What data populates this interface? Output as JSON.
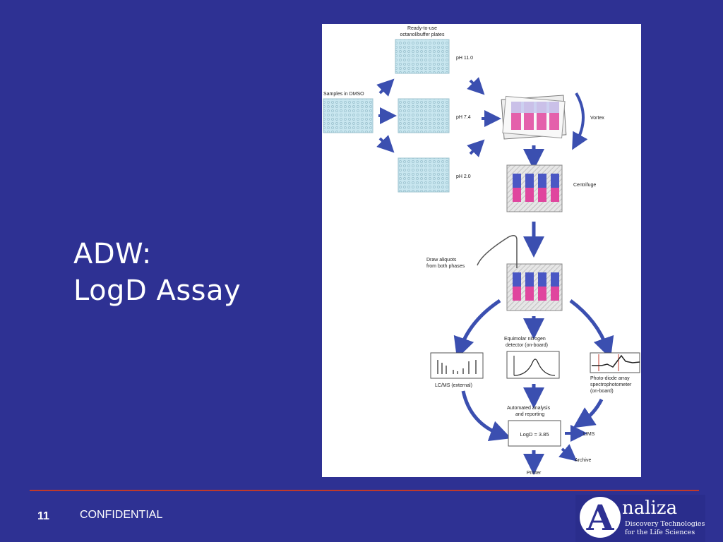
{
  "slide": {
    "title_line1": "ADW:",
    "title_line2": "LogD Assay",
    "page_number": "11",
    "footer_label": "CONFIDENTIAL"
  },
  "logo": {
    "letter": "A",
    "name": "naliza",
    "tagline_line1": "Discovery Technologies",
    "tagline_line2": "for the Life Sciences"
  },
  "diagram": {
    "plates_header_line1": "Ready-to-use",
    "plates_header_line2": "octanol/buffer plates",
    "samples_label": "Samples in DMSO",
    "ph_high": "pH 11.0",
    "ph_mid": "pH 7.4",
    "ph_low": "pH 2.0",
    "vortex": "Vortex",
    "centrifuge": "Centrifuge",
    "draw_line1": "Draw aliquots",
    "draw_line2": "from both phases",
    "nitrogen_line1": "Equimolar nitrogen",
    "nitrogen_line2": "detector (on-board)",
    "lcms": "LC/MS (external)",
    "pda_line1": "Photo-diode array",
    "pda_line2": "spectrophotometer",
    "pda_line3": "(on-board)",
    "analysis_line1": "Automated analysis",
    "analysis_line2": "and reporting",
    "logd_result": "LogD = 3.85",
    "lims": "LIMS",
    "archive": "Archive",
    "printer": "Printer"
  },
  "colors": {
    "background": "#2e3193",
    "rule": "#c0392b",
    "arrow": "#3b4fb0",
    "plate": "#c8e6ef",
    "octanol": "#4a57c4",
    "buffer": "#e0459e"
  }
}
